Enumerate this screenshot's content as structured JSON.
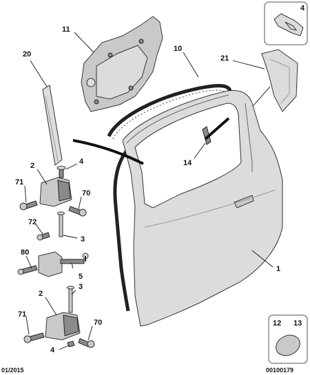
{
  "callouts": {
    "c1": "1",
    "c2a": "2",
    "c2b": "2",
    "c3a": "3",
    "c3b": "3",
    "c4top": "4",
    "c4a": "4",
    "c4b": "4",
    "c5": "5",
    "c10": "10",
    "c11": "11",
    "c12": "12",
    "c13": "13",
    "c14": "14",
    "c20": "20",
    "c21": "21",
    "c70a": "70",
    "c70b": "70",
    "c71a": "71",
    "c71b": "71",
    "c72": "72",
    "c80": "80"
  },
  "footer": {
    "date": "01/2015",
    "reference": "00100179"
  }
}
